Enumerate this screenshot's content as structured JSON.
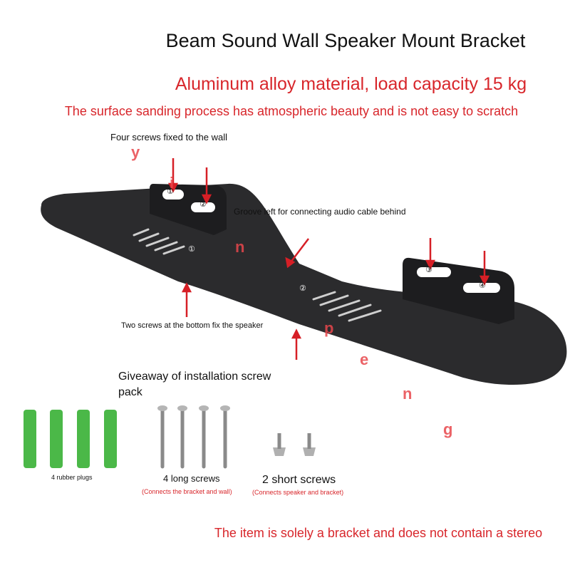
{
  "header": {
    "title": "Beam Sound Wall Speaker Mount Bracket",
    "subtitle": "Aluminum alloy material, load capacity 15 kg",
    "subtitle2": "The surface sanding process has atmospheric beauty and is not easy to scratch"
  },
  "callouts": {
    "wall_screws": "Four screws fixed to the wall",
    "groove": "Groove left for connecting audio cable behind",
    "bottom_screws": "Two screws at the bottom fix the speaker"
  },
  "hole_labels": [
    "①",
    "②",
    "③",
    "④"
  ],
  "screw_pack": {
    "heading": "Giveaway of installation screw pack",
    "plugs_label": "4 rubber plugs",
    "long_label": "4 long screws",
    "long_note": "(Connects the bracket and wall)",
    "short_label": "2 short screws",
    "short_note": "(Connects speaker and bracket)"
  },
  "footer": "The item is solely a bracket and does not contain a stereo",
  "watermark": [
    "y",
    "i",
    "n",
    "p",
    "e",
    "n",
    "g"
  ],
  "colors": {
    "accent": "#d8262b",
    "bracket": "#2b2b2d",
    "plug": "#4bb848",
    "arrow": "#d61f26"
  }
}
